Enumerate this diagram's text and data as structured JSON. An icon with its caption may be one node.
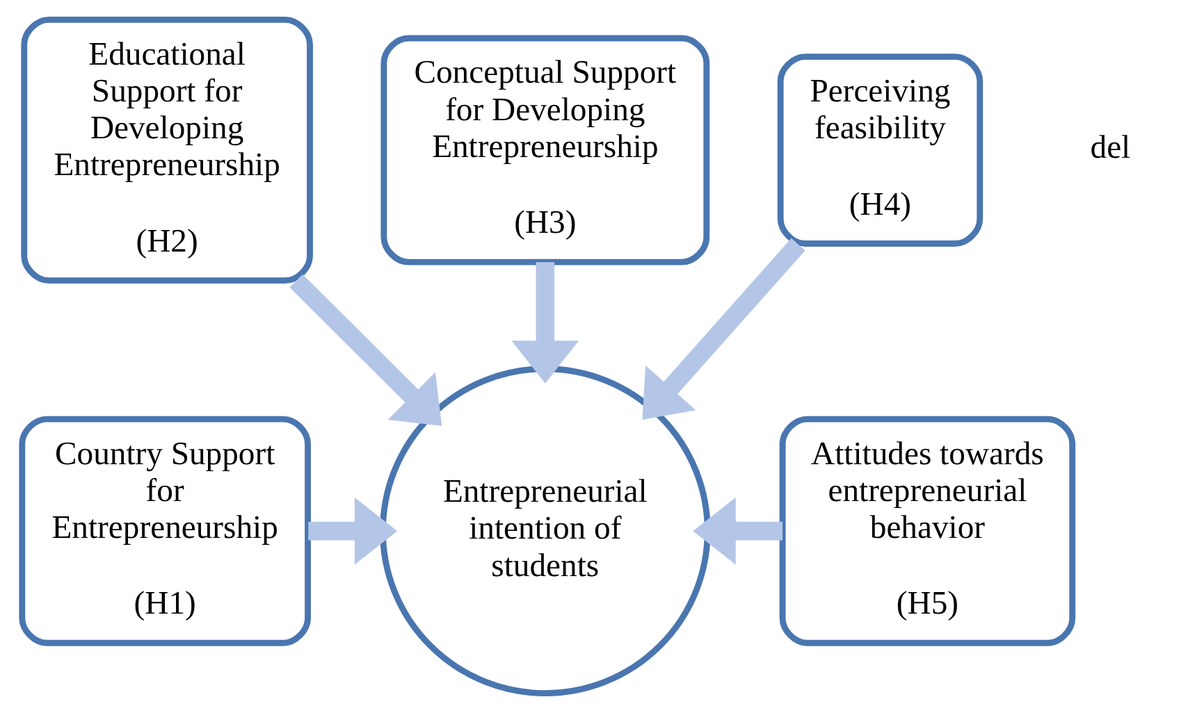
{
  "diagram": {
    "nodes": [
      {
        "text": [
          "Country Support for Entrepreneurship",
          "(H1)"
        ]
      },
      {
        "text": [
          "Educational Support for Developing Entrepreneurship",
          "(H2)"
        ]
      },
      {
        "text": [
          "Conceptual Support for Developing Entrepreneurship",
          "(H3)"
        ]
      },
      {
        "text": [
          "Perceiving feasibility",
          "(H4)"
        ]
      },
      {
        "text": [
          "Attitudes towards entrepreneurial behavior",
          "(H5)"
        ]
      },
      {
        "text": [
          "Entrepreneurial intention of students"
        ]
      }
    ],
    "edges": [
      {
        "from": 0,
        "to": 5,
        "arrow": "to"
      },
      {
        "from": 1,
        "to": 5,
        "arrow": "to"
      },
      {
        "from": 2,
        "to": 5,
        "arrow": "to"
      },
      {
        "from": 3,
        "to": 5,
        "arrow": "to"
      },
      {
        "from": 4,
        "to": 5,
        "arrow": "to"
      }
    ],
    "labels": [
      "del"
    ]
  }
}
